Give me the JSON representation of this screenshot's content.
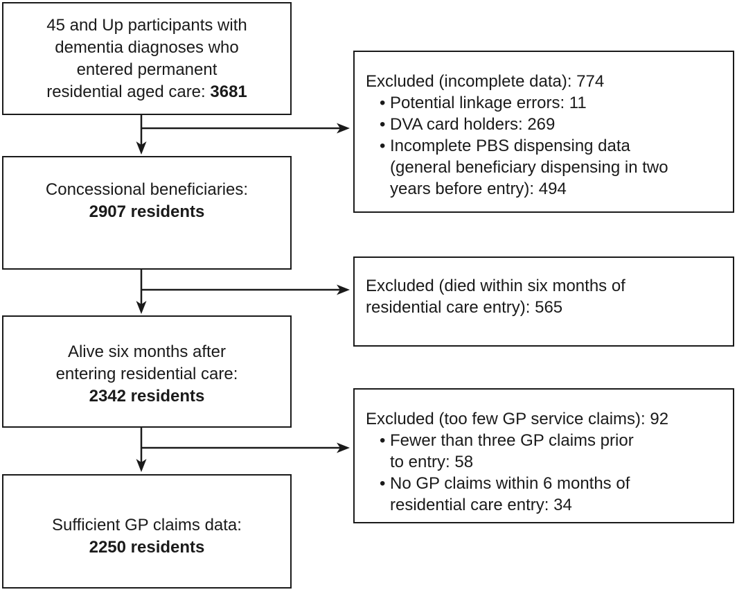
{
  "diagram": {
    "type": "participant-flow-chart",
    "flow_boxes": [
      {
        "id": "cohort",
        "label": "45 and Up participants with\ndementia diagnoses who\nentered permanent\nresidential aged care:",
        "value": "3681",
        "value_inline": true
      },
      {
        "id": "concessional",
        "label": "Concessional beneficiaries:",
        "value": "2907 residents",
        "value_inline": false
      },
      {
        "id": "alive-six-months",
        "label": "Alive six months after\nentering residential care:",
        "value": "2342 residents",
        "value_inline": false
      },
      {
        "id": "sufficient-claims",
        "label": "Sufficient GP claims data:",
        "value": "2250 residents",
        "value_inline": false
      }
    ],
    "exclusion_boxes": [
      {
        "id": "incomplete-data",
        "title": "Excluded (incomplete data): 774",
        "bullets": [
          "Potential linkage errors: 11",
          "DVA card holders: 269",
          "Incomplete PBS dispensing data\n(general beneficiary dispensing in two\nyears before entry): 494"
        ]
      },
      {
        "id": "died-within-six-months",
        "title": "Excluded (died within six months of\nresidential care entry): 565",
        "bullets": []
      },
      {
        "id": "too-few-claims",
        "title": "Excluded (too few GP service claims): 92",
        "bullets": [
          "Fewer than three GP claims prior\nto entry: 58",
          "No GP claims within 6 months of\nresidential care entry: 34"
        ]
      }
    ]
  },
  "ui": {
    "bullet_char": "•",
    "colors": {
      "background": "#ffffff",
      "box_border": "#1a1a1a",
      "text": "#1a1a1a",
      "arrow": "#1a1a1a"
    }
  }
}
